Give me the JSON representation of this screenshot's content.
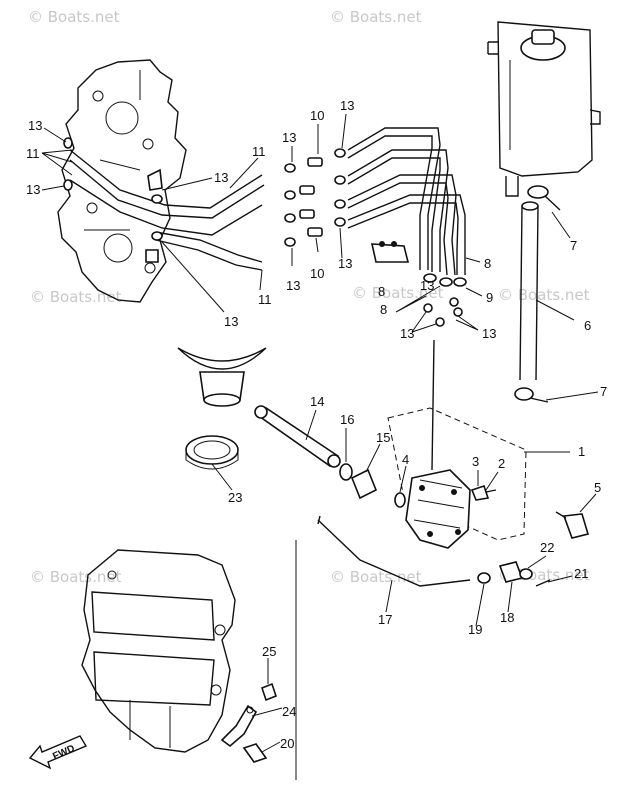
{
  "watermarks": [
    "© Boats.net",
    "© Boats.net",
    "© Boats.net",
    "© Boats.net",
    "© Boats.net",
    "© Boats.net",
    "© Boats.net",
    "© Boats.net"
  ],
  "fwd_label": "FWD",
  "callouts": {
    "c1": "1",
    "c2": "2",
    "c3": "3",
    "c4": "4",
    "c5": "5",
    "c6": "6",
    "c7a": "7",
    "c7b": "7",
    "c8a": "8",
    "c8b": "8",
    "c8c": "8",
    "c9": "9",
    "c10a": "10",
    "c10b": "10",
    "c11a": "11",
    "c11b": "11",
    "c11c": "11",
    "c13a": "13",
    "c13b": "13",
    "c13c": "13",
    "c13d": "13",
    "c13e": "13",
    "c13f": "13",
    "c13g": "13",
    "c13h": "13",
    "c13i": "13",
    "c13j": "13",
    "c13k": "13",
    "c14": "14",
    "c15": "15",
    "c16": "16",
    "c17": "17",
    "c18": "18",
    "c19": "19",
    "c20": "20",
    "c21": "21",
    "c22": "22",
    "c23": "23",
    "c24": "24",
    "c25": "25"
  }
}
